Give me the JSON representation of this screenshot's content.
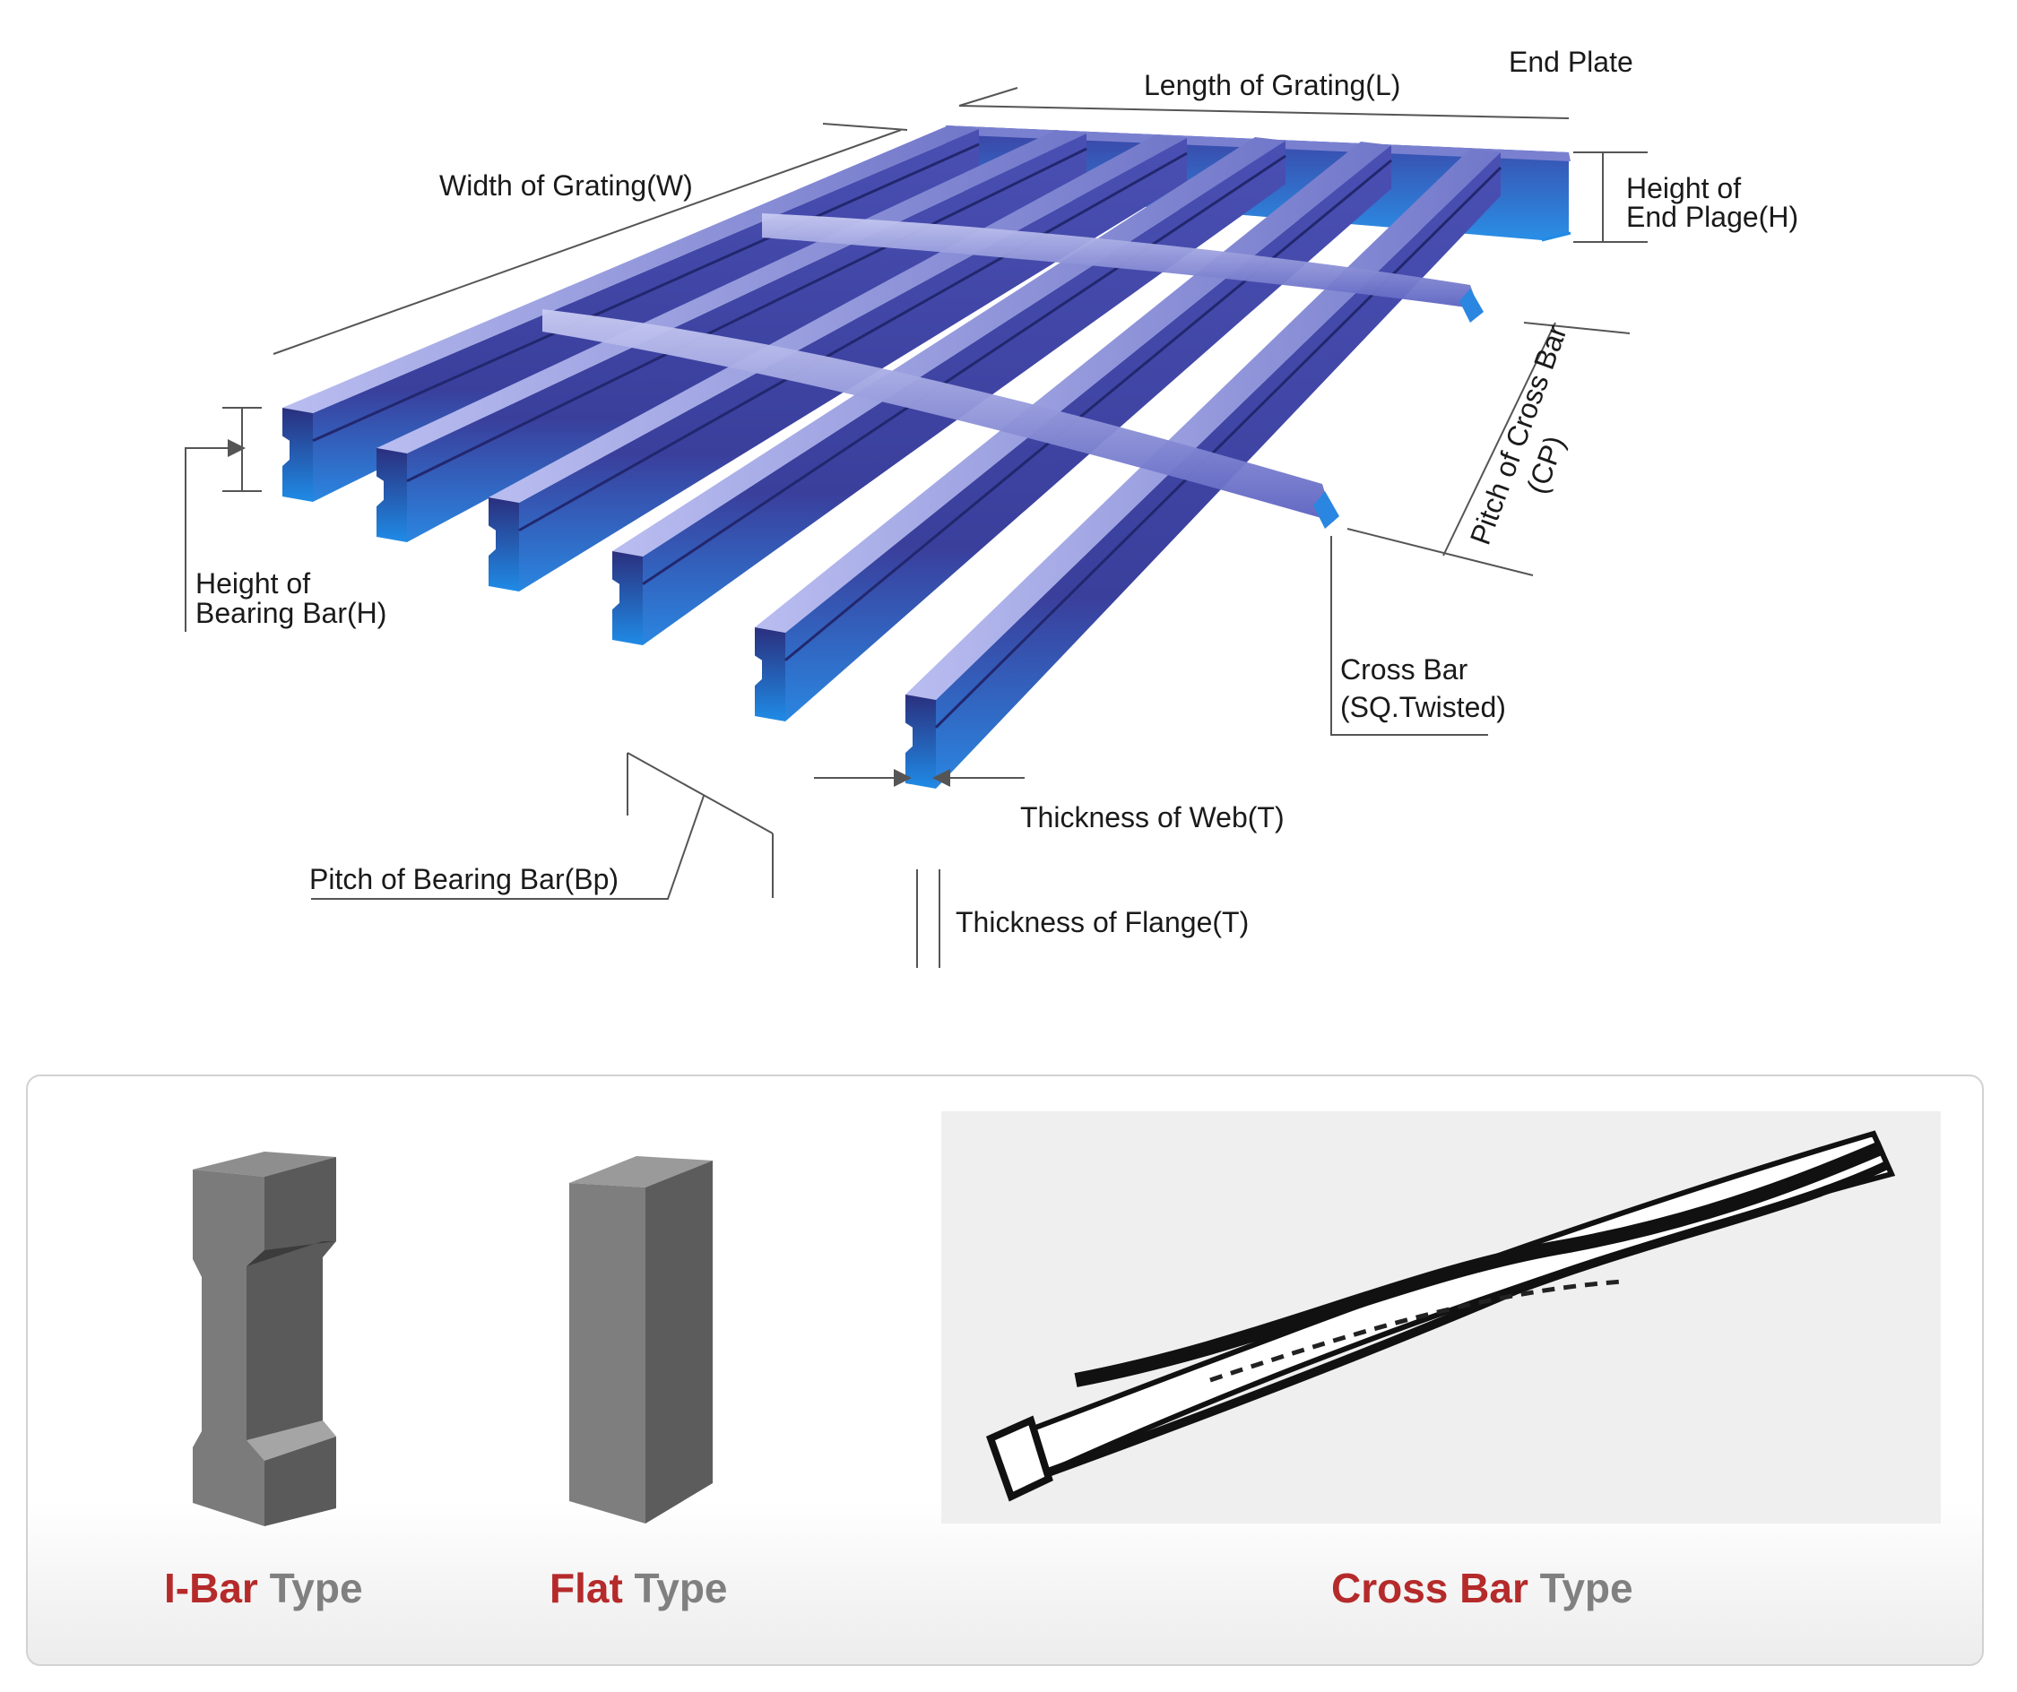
{
  "diagram": {
    "labels": {
      "length": "Length of Grating(L)",
      "end_plate": "End Plate",
      "width": "Width of Grating(W)",
      "height_end_plate_1": "Height of",
      "height_end_plate_2": "End Plage(H)",
      "pitch_cross_1": "Pitch of Cross Bar",
      "pitch_cross_2": "(CP)",
      "height_bearing_1": "Height of",
      "height_bearing_2": "Bearing Bar(H)",
      "cross_bar_1": "Cross Bar",
      "cross_bar_2": "(SQ.Twisted)",
      "thickness_web": "Thickness of Web(T)",
      "pitch_bearing": "Pitch of Bearing Bar(Bp)",
      "thickness_flange": "Thickness of Flange(T)"
    },
    "colors": {
      "bar_top": "#8a90d6",
      "bar_side": "#3e44a8",
      "bar_edge": "#2a86e0",
      "bar_dark": "#22276e"
    }
  },
  "types": [
    {
      "highlight": "I-Bar",
      "rest": " Type"
    },
    {
      "highlight": "Flat",
      "rest": " Type"
    },
    {
      "highlight": "Cross Bar",
      "rest": " Type"
    }
  ],
  "type_colors": {
    "highlight": "#b52a2a",
    "rest": "#808080"
  }
}
